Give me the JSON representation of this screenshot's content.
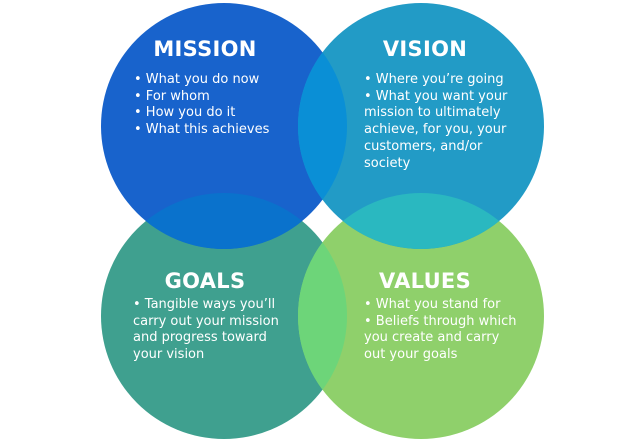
{
  "colors": {
    "mission": "#1863cc",
    "vision": "#229bc6",
    "goals": "#3fa08f",
    "values": "#8fd06b",
    "mission_vision": "#0a8fd6",
    "mission_goals": "#0a72cc",
    "vision_values": "#2ab8c0",
    "goals_values": "#6dd579"
  },
  "mission": {
    "title": "MISSION",
    "lines": [
      "• What you do now",
      "• For whom",
      "• How you do it",
      "• What this achieves"
    ]
  },
  "vision": {
    "title": "VISION",
    "lines": [
      "• Where you’re going",
      "• What you want your",
      "mission to ultimately",
      "achieve, for you, your",
      "customers, and/or",
      "society"
    ]
  },
  "goals": {
    "title": "GOALS",
    "lines": [
      "• Tangible ways you’ll",
      "carry out your mission",
      "and progress toward",
      "your vision"
    ]
  },
  "values": {
    "title": "VALUES",
    "lines": [
      "• What you stand for",
      "• Beliefs through which",
      "you create and carry",
      "out your goals"
    ]
  }
}
